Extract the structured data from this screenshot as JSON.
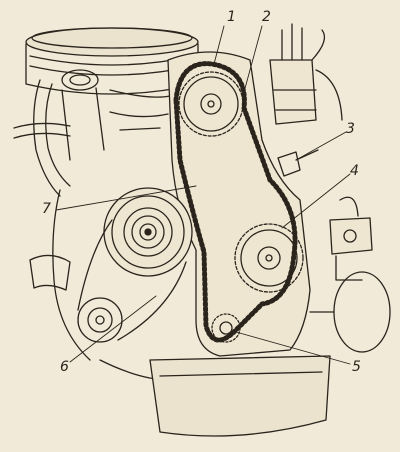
{
  "figure": {
    "callouts": [
      {
        "id": "c1",
        "label": "1"
      },
      {
        "id": "c2",
        "label": "2"
      },
      {
        "id": "c3",
        "label": "3"
      },
      {
        "id": "c4",
        "label": "4"
      },
      {
        "id": "c5",
        "label": "5"
      },
      {
        "id": "c6",
        "label": "6"
      },
      {
        "id": "c7",
        "label": "7"
      }
    ]
  },
  "colors": {
    "paper": "#f2ead9",
    "ink": "#2a241c",
    "shade": "#d9cfba"
  }
}
